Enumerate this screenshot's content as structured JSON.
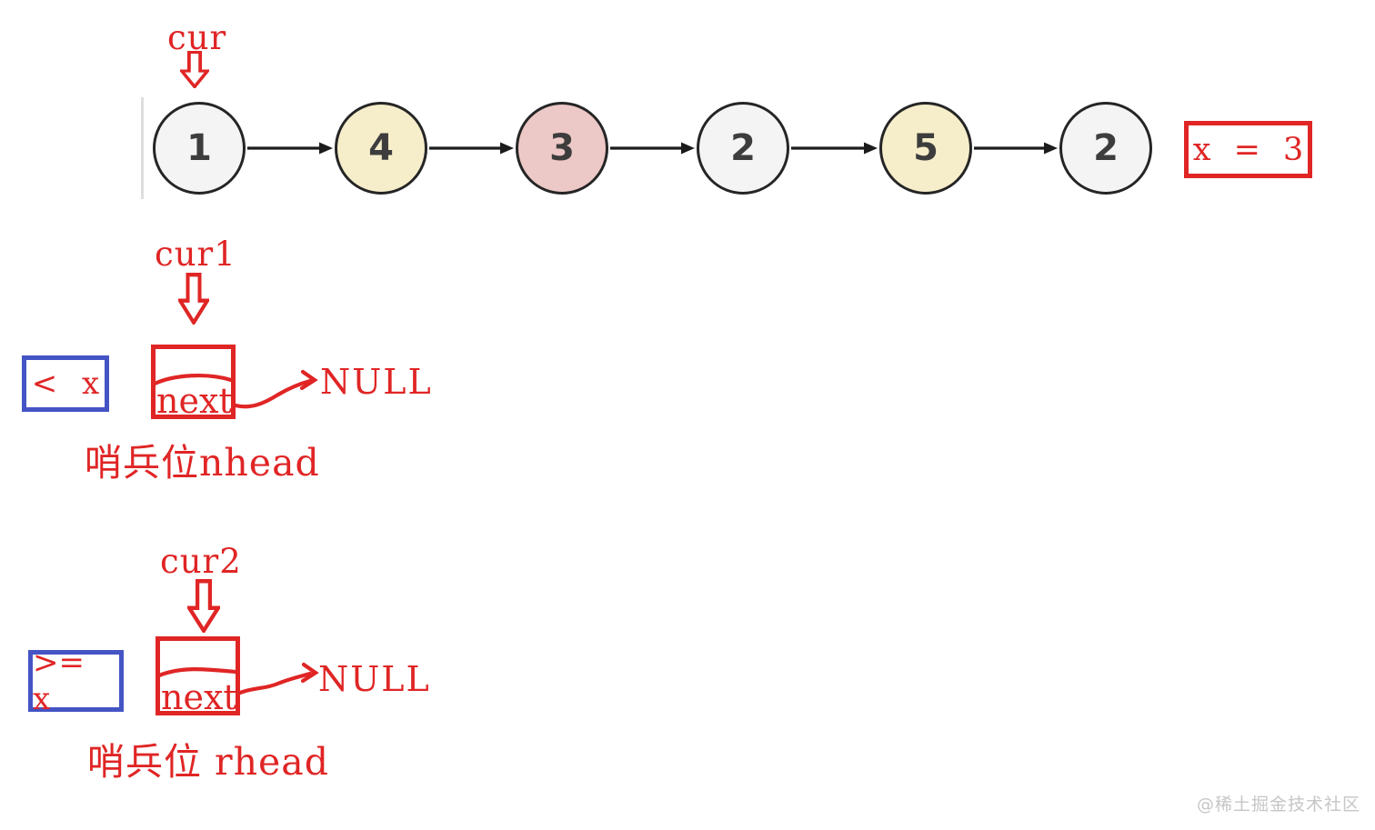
{
  "colors": {
    "red_accent": "#e02525",
    "blue_accent": "#4454c4",
    "node_border": "#252525",
    "node_gray": "#f4f4f4",
    "node_cream": "#f6edca",
    "node_pink": "#ecc8c6",
    "connector_black": "#1c1c1c",
    "watermark_gray": "#c6c6c6"
  },
  "list": {
    "pointer_label": "cur",
    "nodes": [
      {
        "value": "1",
        "fill": "#f4f4f4"
      },
      {
        "value": "4",
        "fill": "#f6edca"
      },
      {
        "value": "3",
        "fill": "#ecc8c6"
      },
      {
        "value": "2",
        "fill": "#f4f4f4"
      },
      {
        "value": "5",
        "fill": "#f6edca"
      },
      {
        "value": "2",
        "fill": "#f4f4f4"
      }
    ]
  },
  "x_box": {
    "text": "x = 3"
  },
  "nhead": {
    "pointer_label": "cur1",
    "condition": "< x",
    "field_label": "next",
    "points_to": "NULL",
    "caption": "哨兵位nhead"
  },
  "rhead": {
    "pointer_label": "cur2",
    "condition": ">= x",
    "field_label": "next",
    "points_to": "NULL",
    "caption": "哨兵位 rhead"
  },
  "watermark": "@稀土掘金技术社区"
}
